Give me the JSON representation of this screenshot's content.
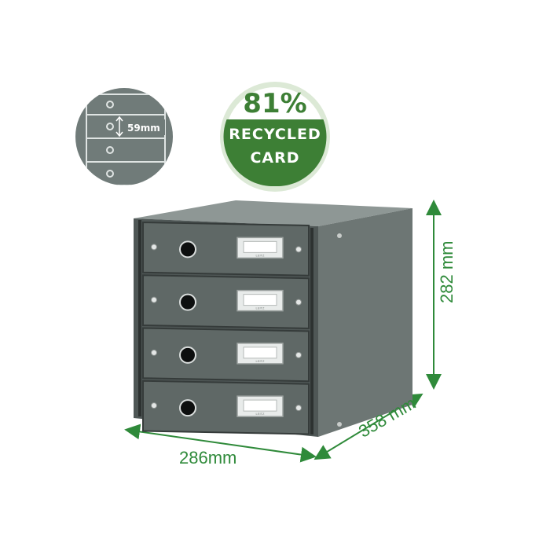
{
  "inset": {
    "drawer_height_label": "59mm"
  },
  "badge": {
    "percent": "81%",
    "line1": "RECYCLED",
    "line2": "CARD",
    "colors": {
      "ring": "#cfe3c8",
      "green": "#3d7f35",
      "white": "#ffffff"
    }
  },
  "dimensions": {
    "width": "286mm",
    "depth": "358 mm",
    "height": "282 mm",
    "color": "#2f8a3a"
  },
  "product": {
    "drawer_count": 4,
    "body_color": "#5f6866",
    "label_holder_text": "LEITZ"
  }
}
